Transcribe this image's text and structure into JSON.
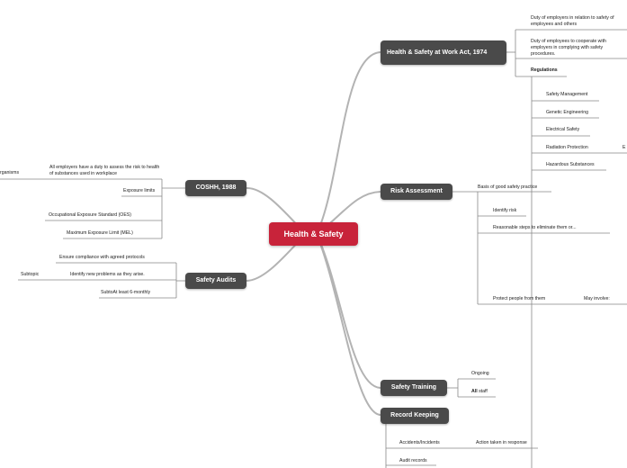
{
  "central": "Health & Safety",
  "branches": {
    "hswa": {
      "title": "Health & Safety at Work Act, 1974",
      "duty_employers": "Duty of employers in relation to safety of employees and others",
      "duty_employees": "Duty of employees to cooperate with employers in complying with safety procedures.",
      "regulations": "Regulations",
      "regulation_items": [
        "Safety Management",
        "Genetic Engineering",
        "Electrical Safety",
        "Radiation Protection",
        "Hazardous Substances"
      ],
      "clipped_char": "E"
    },
    "risk": {
      "title": "Risk Assessment",
      "basis": "Basis of good safety practice",
      "identify": "Identify risk",
      "reasonable": "Reasonable steps to eliminate them or...",
      "protect": "Protect people from them",
      "may_involve": "May involve:"
    },
    "training": {
      "title": "Safety Training",
      "ongoing": "Ongoing",
      "all_staff_bold": "All",
      "all_staff_rest": " staff"
    },
    "records": {
      "title": "Record Keeping",
      "accidents": "Accidents/Incidents",
      "action": "Action taken in response",
      "audit": "Audit records"
    },
    "coshh": {
      "title": "COSHH, 1988",
      "organisms": "rganisms",
      "assess": "All employers have a duty to assess the risk to health of substances used in workplace",
      "exposure": "Exposure limits",
      "oes": "Occupational Exposure Standard (OES)",
      "mel": "Maximum Exposure Limit (MEL)"
    },
    "audits": {
      "title": "Safety Audits",
      "compliance": "Ensure compliance with agreed protocols",
      "identify": "Identify new problems as they arise.",
      "subtopic": "Subtopic",
      "frequency": "SubtoAt least 6-monthly"
    }
  },
  "colors": {
    "central": "#c8233a",
    "node": "#4a4a4a",
    "connector": "#b0b0b0",
    "line": "#777777"
  }
}
